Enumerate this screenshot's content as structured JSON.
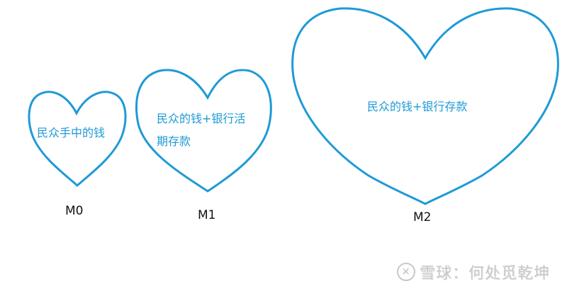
{
  "colors": {
    "heart_stroke": "#1e9ad6",
    "heart_text": "#1e9ad6",
    "label_text": "#111111",
    "watermark": "#c8c8c8"
  },
  "hearts": [
    {
      "id": "M0",
      "text_lines": [
        "民众手中的钱"
      ],
      "label": "M0"
    },
    {
      "id": "M1",
      "text_lines": [
        "民众的钱+银行活",
        "期存款"
      ],
      "label": "M1"
    },
    {
      "id": "M2",
      "text_lines": [
        "民众的钱+银行存款"
      ],
      "label": "M2"
    }
  ],
  "watermark": {
    "icon": "snowball-logo-icon",
    "text": "雪球：何处觅乾坤"
  }
}
